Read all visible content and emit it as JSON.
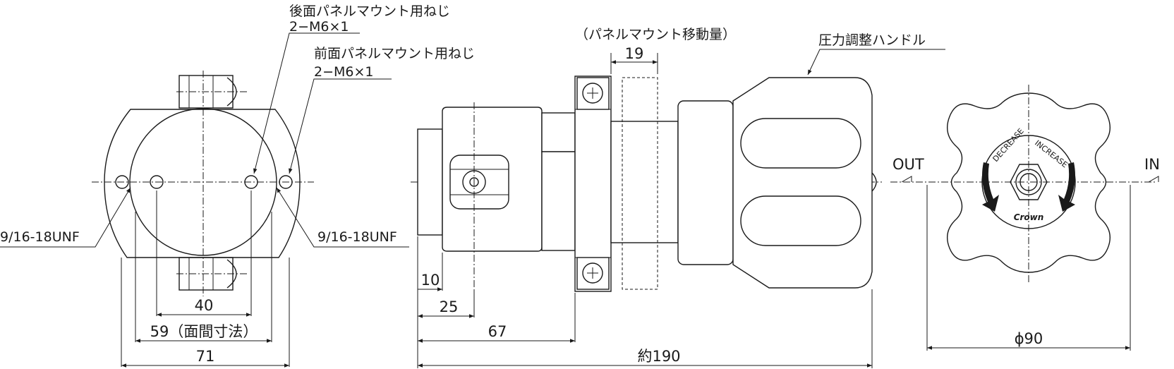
{
  "labels": {
    "rear_panel_screw": "後面パネルマウント用ねじ",
    "rear_panel_screw_size": "2−M6×1",
    "front_panel_screw": "前面パネルマウント用ねじ",
    "front_panel_screw_size": "2−M6×1",
    "panel_mount_travel": "（パネルマウント移動量）",
    "pressure_handle": "圧力調整ハンドル",
    "port_left": "9/16-18UNF",
    "port_right": "9/16-18UNF",
    "out": "OUT",
    "in": "IN",
    "knob_decrease": "DECREASE",
    "knob_increase": "INCREASE",
    "knob_brand": "Crown"
  },
  "dimensions": {
    "d19": "19",
    "d10": "10",
    "d25": "25",
    "d67": "67",
    "d190": "約190",
    "d40": "40",
    "d59": "59（面間寸法）",
    "d71": "71",
    "phi90": "ϕ90"
  }
}
